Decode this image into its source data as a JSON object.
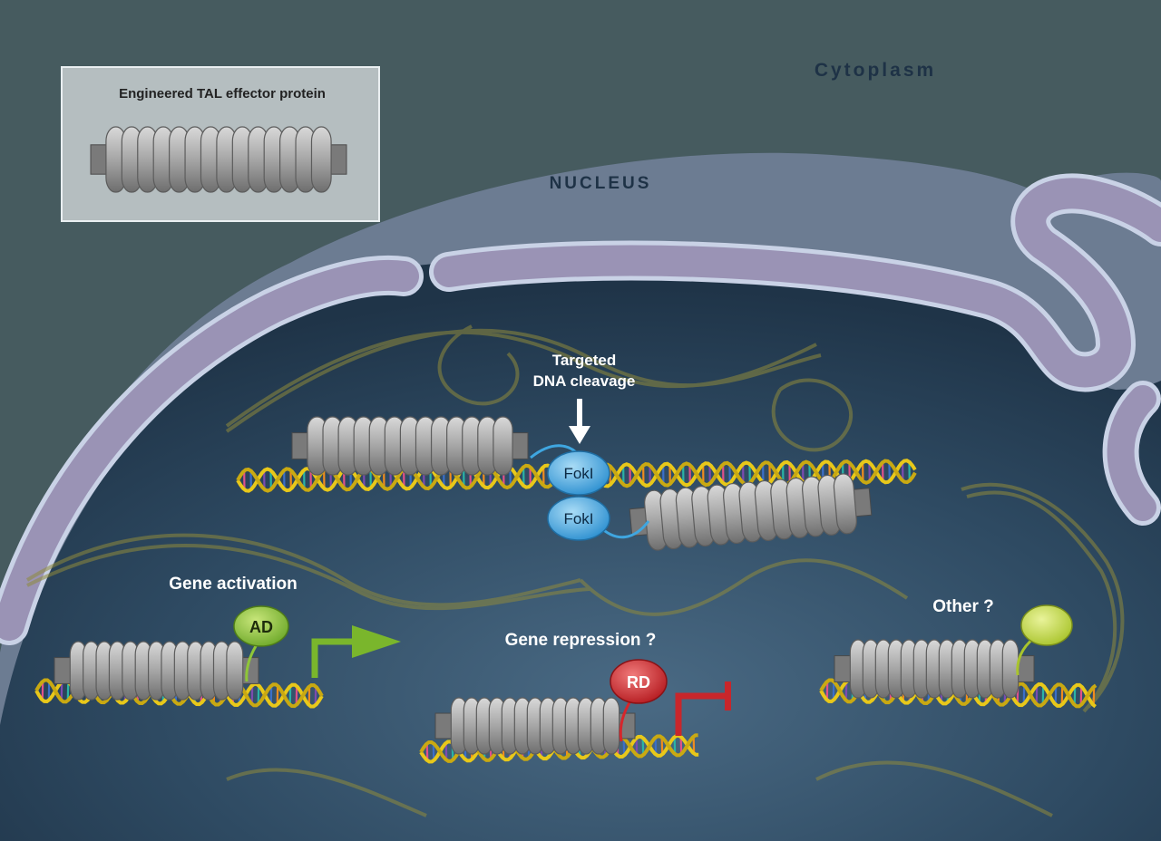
{
  "labels": {
    "cytoplasm": "Cytoplasm",
    "nucleus": "NUCLEUS",
    "inset_title": "Engineered TAL effector protein",
    "cleavage_line1": "Targeted",
    "cleavage_line2": "DNA cleavage",
    "fokI_top": "FokI",
    "fokI_bottom": "FokI",
    "activation": "Gene activation",
    "ad": "AD",
    "repression": "Gene repression ?",
    "rd": "RD",
    "other": "Other ?"
  },
  "colors": {
    "cytoplasm": "#3f5558",
    "nucleoplasm": "#2c4358",
    "membrane": "#9a9db8",
    "membrane_edge": "#c9d2e6",
    "dna_yellow": "#e8c81a",
    "dna_faint": "#8f8a3c",
    "tale_gray": "#a9a9a9",
    "tale_dark": "#6e6e6e",
    "foki_blue": "#3fa6e0",
    "ad_green": "#8fc638",
    "rd_red": "#d6262b",
    "other_green": "#c3de3a",
    "arrow_green": "#7ab62c",
    "repress_red": "#c8262b"
  }
}
